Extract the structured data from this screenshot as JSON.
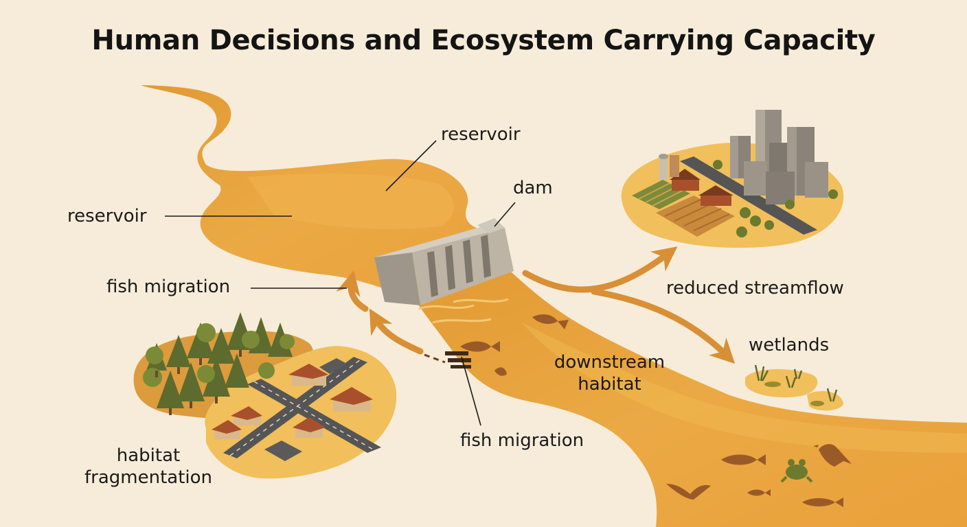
{
  "title": "Human Decisions and Ecosystem Carrying Capacity",
  "labels": {
    "reservoir_upper": "reservoir",
    "reservoir_left": "reservoir",
    "dam": "dam",
    "fish_migration_left": "fish migration",
    "fish_migration_bottom": "fish migration",
    "reduced_streamflow": "reduced streamflow",
    "wetlands": "wetlands",
    "downstream_habitat_line1": "downstream",
    "downstream_habitat_line2": "habitat",
    "habitat_fragmentation_line1": "habitat",
    "habitat_fragmentation_line2": "fragmentation"
  },
  "colors": {
    "background": "#f6ecd9",
    "river": "#e6a13a",
    "river_light": "#f2bd55",
    "river_dark": "#c9852a",
    "arrow": "#d88f35",
    "dam": "#bdb4a6",
    "forest": "#5e6b2e",
    "roof": "#b05b32",
    "road": "#555555",
    "text": "#1a1a1a"
  }
}
